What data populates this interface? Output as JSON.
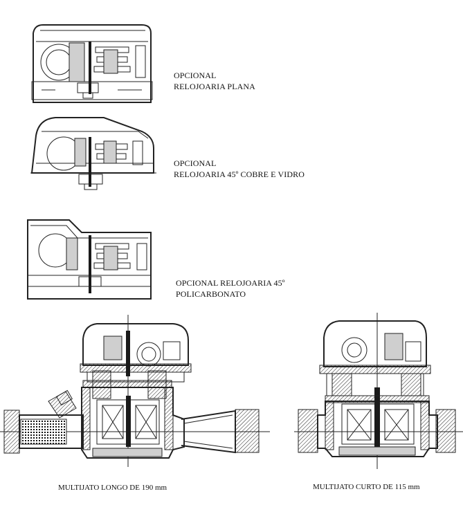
{
  "labels": {
    "option1_line1": "OPCIONAL",
    "option1_line2": "RELOJOARIA PLANA",
    "option2_line1": "OPCIONAL",
    "option2_line2": "RELOJOARIA 45º COBRE E VIDRO",
    "option3_line1": "OPCIONAL RELOJOARIA 45º",
    "option3_line2": "POLICARBONATO"
  },
  "captions": {
    "long_meter": "MULTIJATO LONGO DE 190 mm",
    "short_meter": "MULTIJATO CURTO DE 115 mm"
  }
}
